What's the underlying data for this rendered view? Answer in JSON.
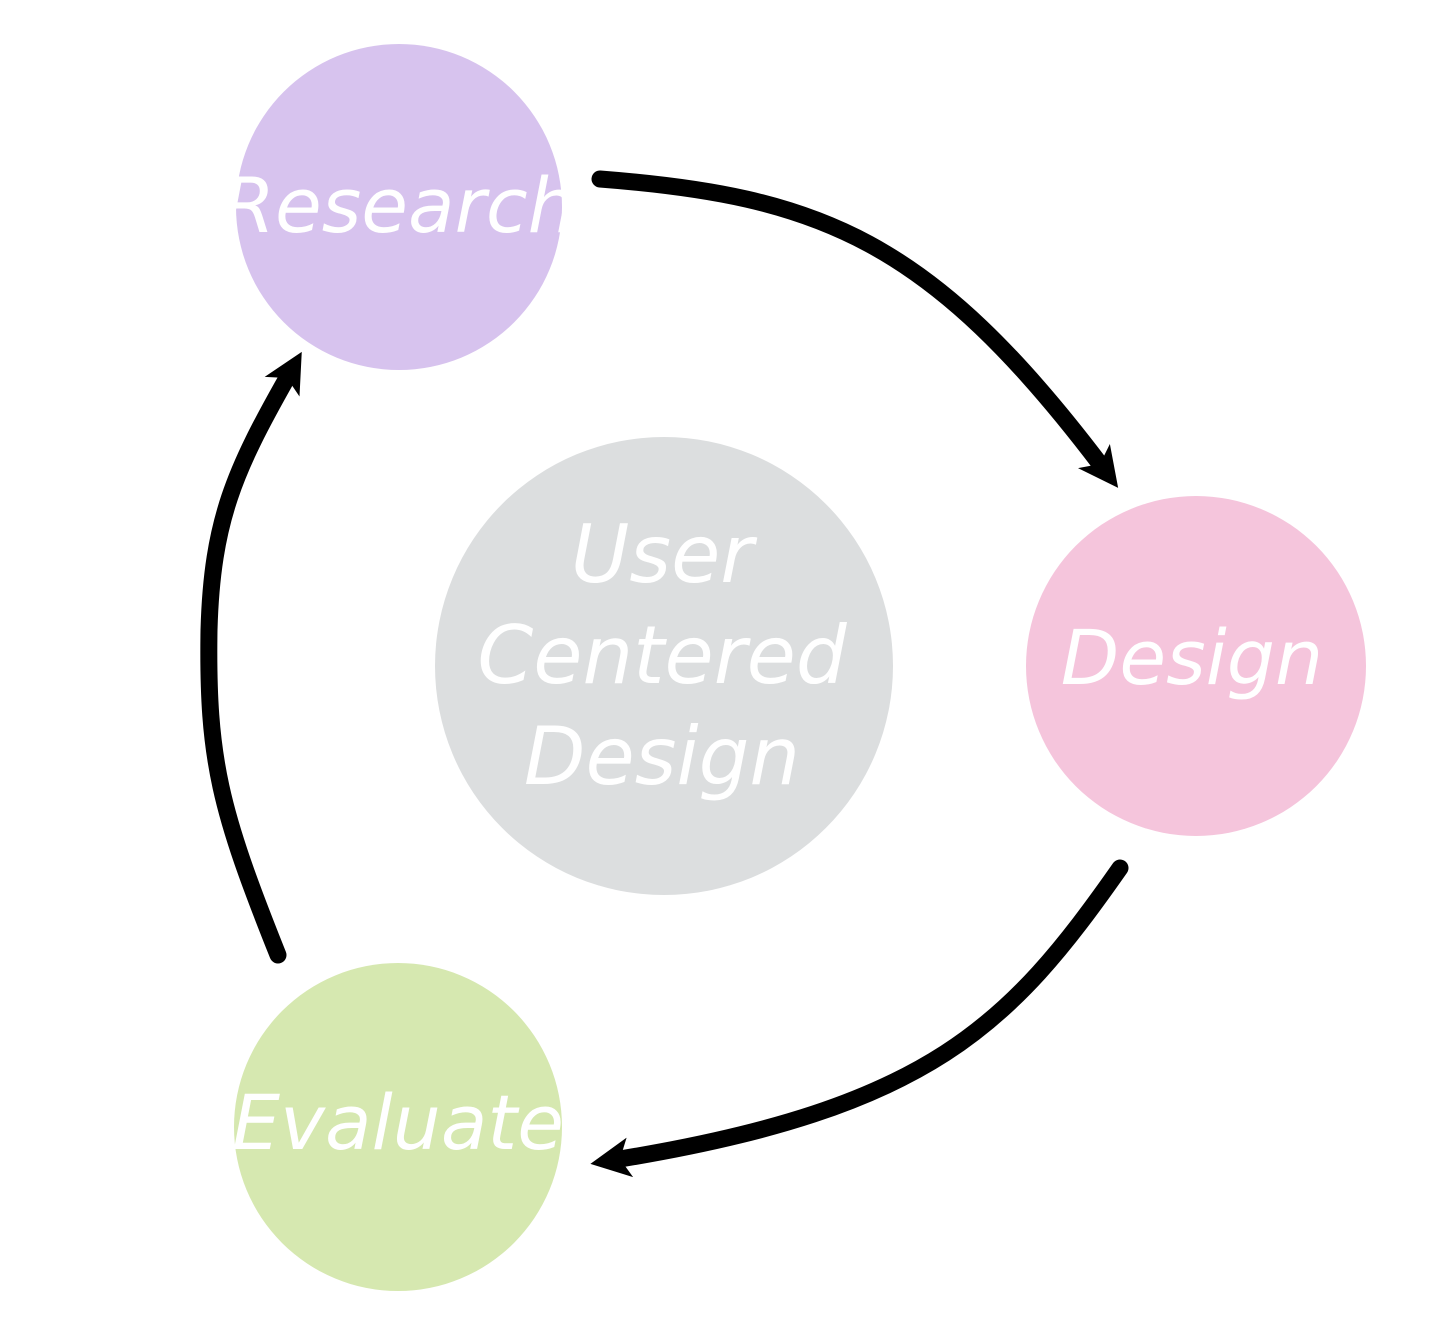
{
  "center": {
    "lines": [
      "User",
      "Centered",
      "Design"
    ],
    "color": "#dcdedf"
  },
  "nodes": {
    "research": {
      "label": "Research",
      "color": "#d7c3ee"
    },
    "design": {
      "label": "Design",
      "color": "#f5c5dc"
    },
    "evaluate": {
      "label": "Evaluate",
      "color": "#d6e8b0"
    }
  },
  "arrow_color": "#000000"
}
